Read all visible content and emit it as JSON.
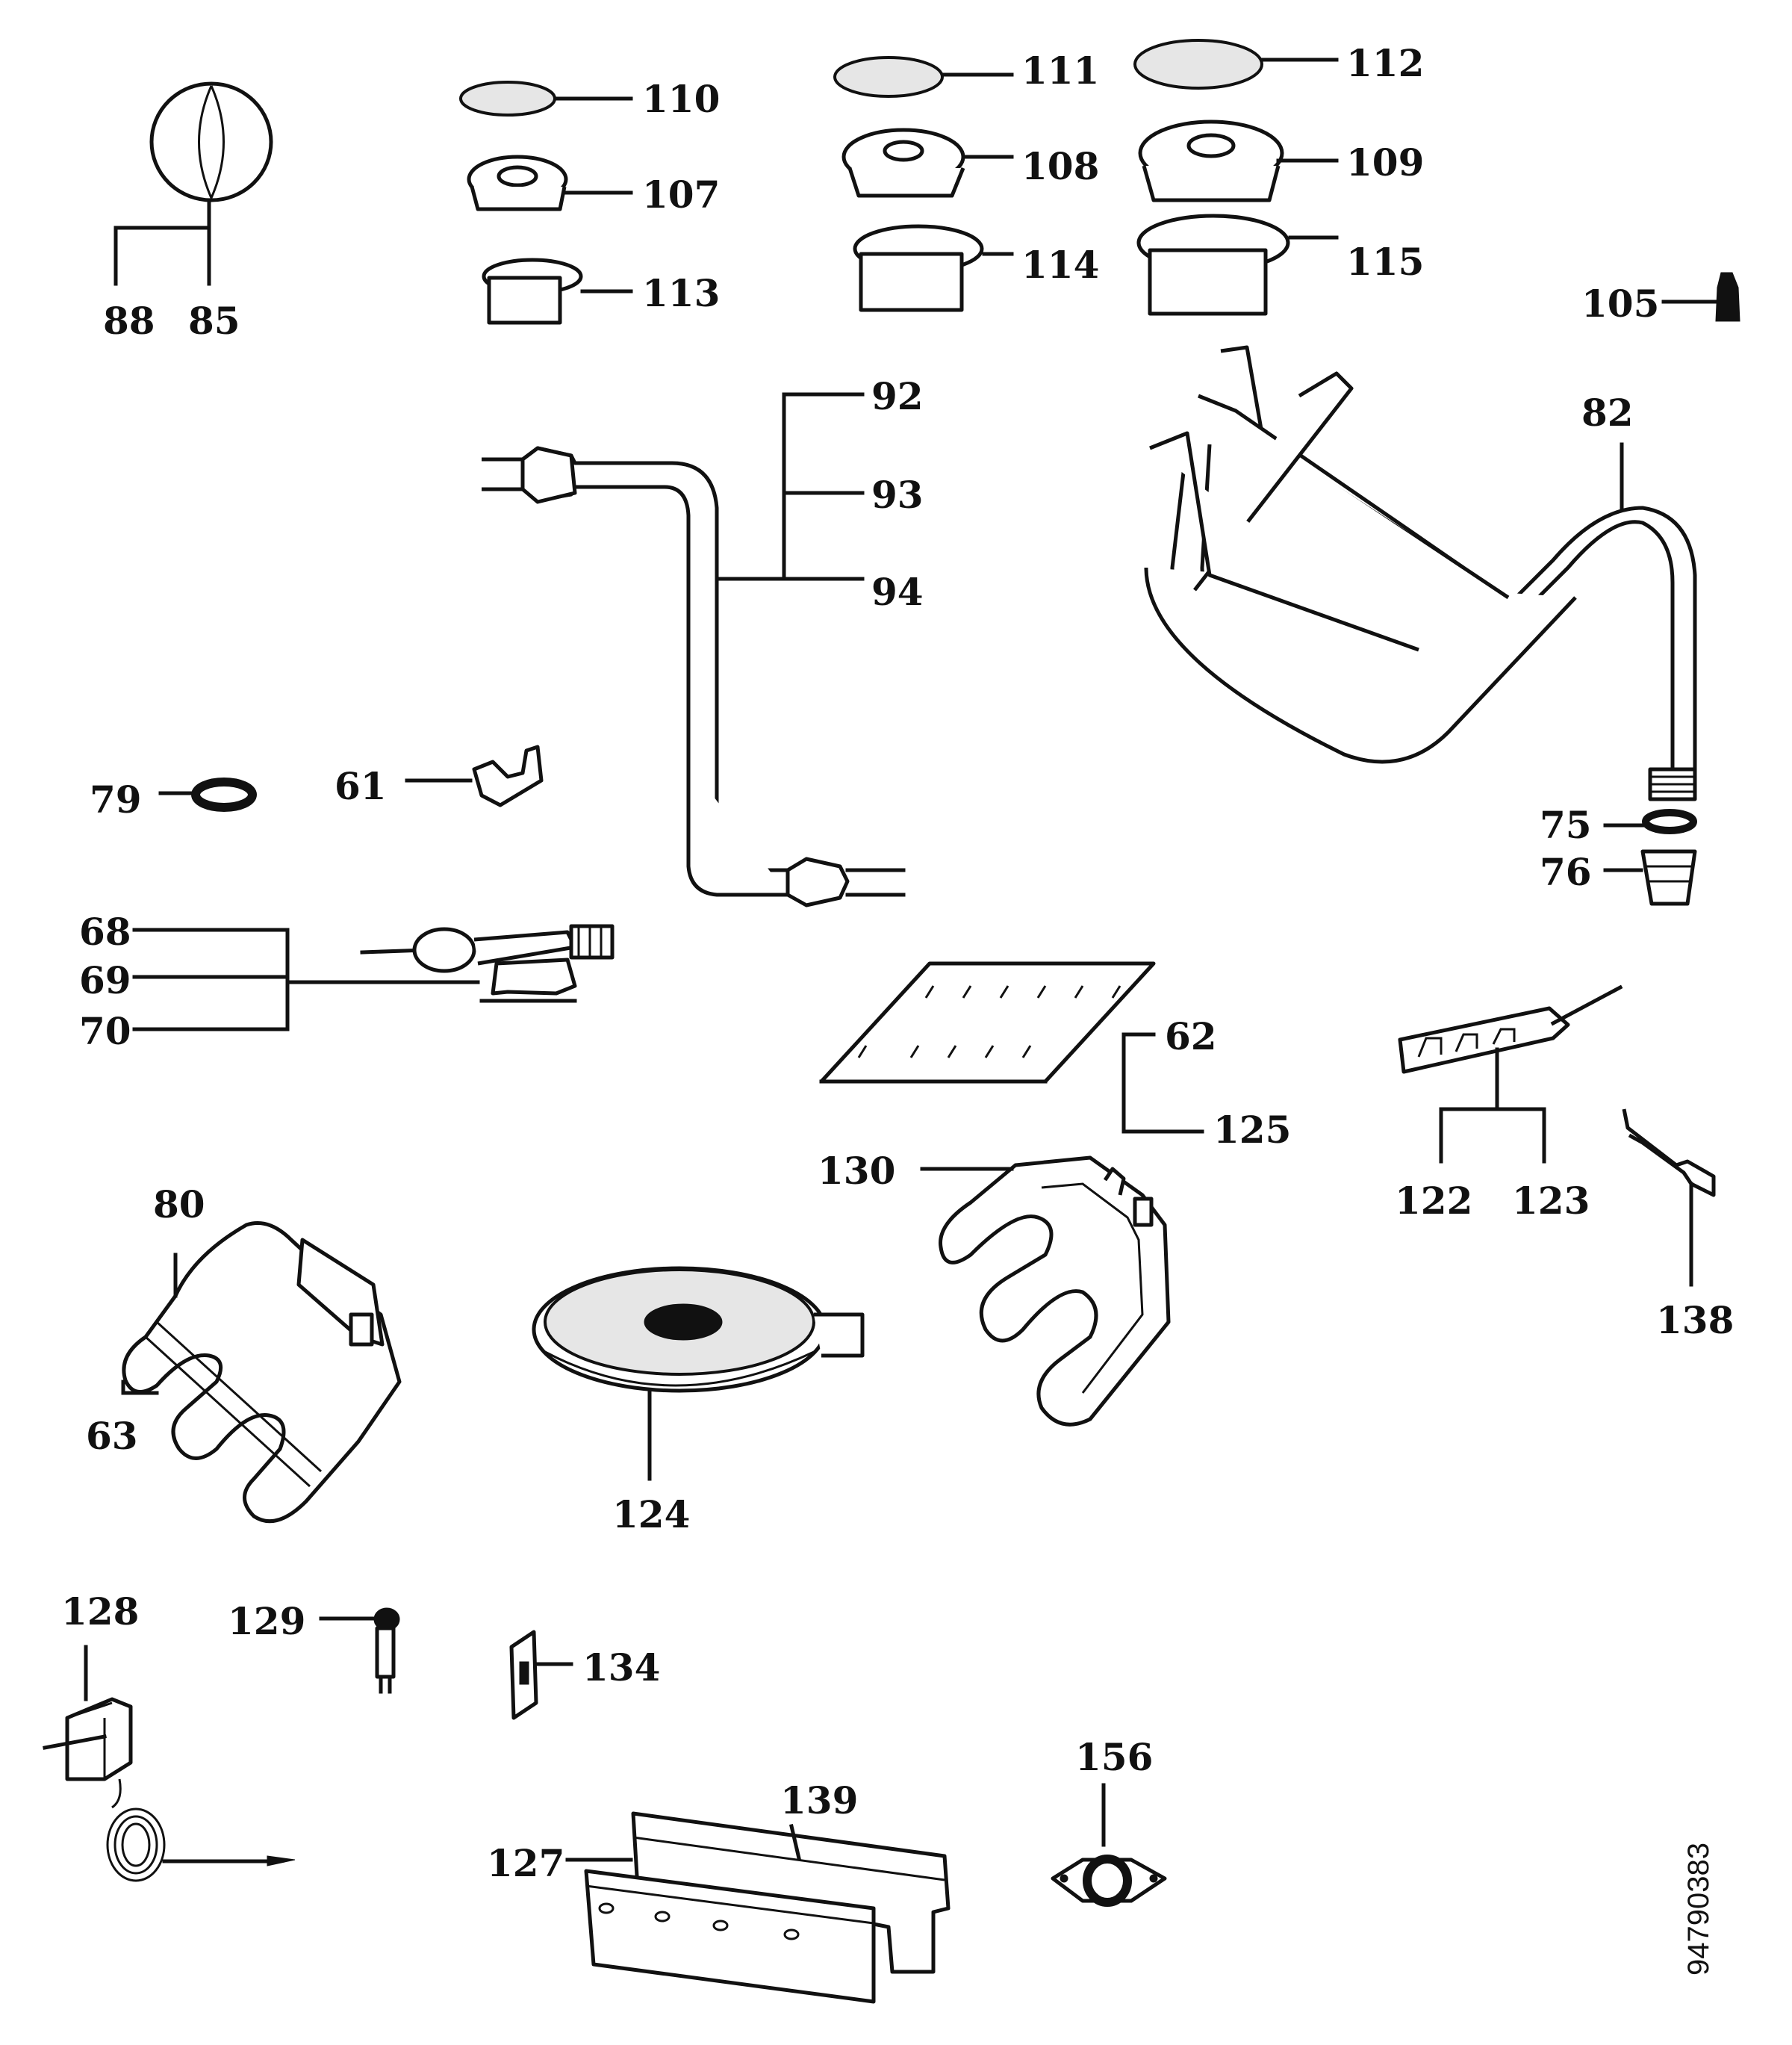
{
  "labels": {
    "l88": "88",
    "l85": "85",
    "l110": "110",
    "l107": "107",
    "l113": "113",
    "l111": "111",
    "l108": "108",
    "l114": "114",
    "l112": "112",
    "l109": "109",
    "l115": "115",
    "l105": "105",
    "l92": "92",
    "l93": "93",
    "l94": "94",
    "l82": "82",
    "l79": "79",
    "l61": "61",
    "l75": "75",
    "l76": "76",
    "l68": "68",
    "l69": "69",
    "l70": "70",
    "l62": "62",
    "l125": "125",
    "l122": "122",
    "l123": "123",
    "l130": "130",
    "l80": "80",
    "l63": "63",
    "l124": "124",
    "l138": "138",
    "l128": "128",
    "l129": "129",
    "l134": "134",
    "l156": "156",
    "l139": "139",
    "l127": "127"
  },
  "document_number": "94790383"
}
